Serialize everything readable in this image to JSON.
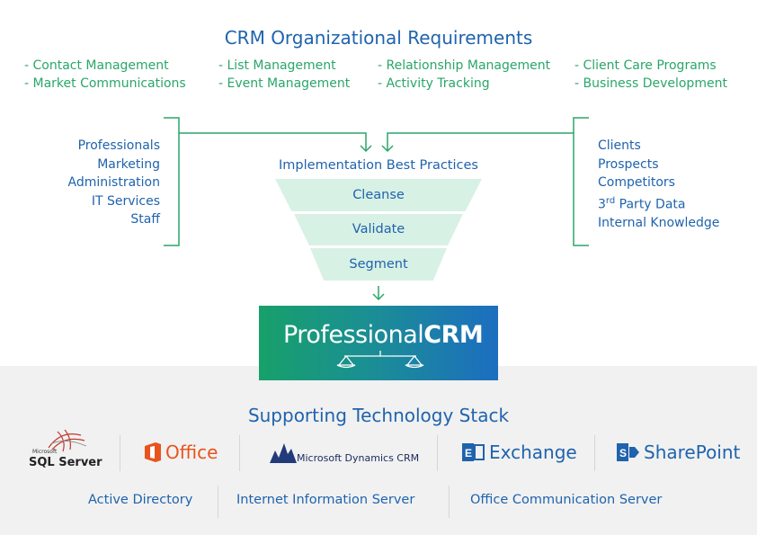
{
  "header": {
    "title": "CRM Organizational Requirements"
  },
  "requirements": [
    [
      "- Contact Management",
      "- Market Communications"
    ],
    [
      "- List Management",
      "- Event Management"
    ],
    [
      "- Relationship Management",
      "- Activity Tracking"
    ],
    [
      "- Client Care Programs",
      "- Business Development"
    ]
  ],
  "left_group": [
    "Professionals",
    "Marketing",
    "Administration",
    "IT Services",
    "Staff"
  ],
  "right_group": [
    "Clients",
    "Prospects",
    "Competitors",
    "3rd Party Data",
    "Internal Knowledge"
  ],
  "right_group_superscript": {
    "base": "3",
    "sup": "rd",
    "rest": " Party Data"
  },
  "funnel": {
    "title": "Implementation Best Practices",
    "stages": [
      "Cleanse",
      "Validate",
      "Segment"
    ]
  },
  "logo": {
    "text_light": "Professional",
    "text_bold": "CRM"
  },
  "tech": {
    "title": "Supporting Technology Stack",
    "logos": {
      "sql_small": "Microsoft",
      "sql": "SQL Server",
      "office": "Office",
      "dynamics": "Microsoft Dynamics CRM",
      "exchange": "Exchange",
      "sharepoint": "SharePoint"
    },
    "servers": [
      "Active Directory",
      "Internet Information Server",
      "Office Communication Server"
    ]
  },
  "colors": {
    "green": "#2aa66a",
    "blue": "#1f63ad",
    "funnel": "#d8f1e5",
    "office": "#e8541c",
    "gray": "#f1f1f1"
  }
}
